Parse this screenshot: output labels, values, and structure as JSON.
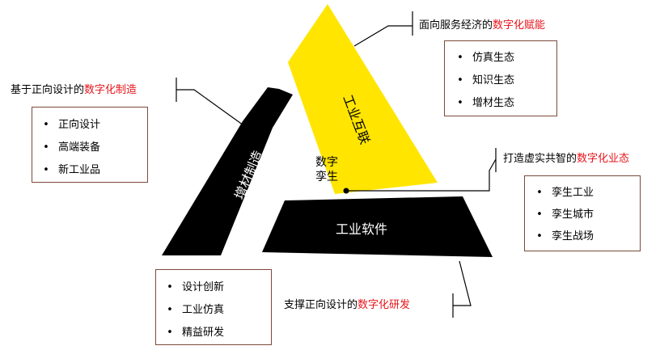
{
  "center_label": [
    "数字",
    "孪生"
  ],
  "segments": {
    "right_arm": {
      "label": "工业互联",
      "color": "#ffe500",
      "text_color": "#000000"
    },
    "left_arm": {
      "label": "增材制造",
      "color": "#000000",
      "text_color": "#ffffff"
    },
    "bottom_arm": {
      "label": "工业软件",
      "color": "#000000",
      "text_color": "#ffffff"
    }
  },
  "callouts": {
    "top": {
      "prefix": "面向服务经济的",
      "highlight": "数字化赋能",
      "items": [
        "仿真生态",
        "知识生态",
        "增材生态"
      ]
    },
    "left": {
      "prefix": "基于正向设计的",
      "highlight": "数字化制造",
      "items": [
        "正向设计",
        "高端装备",
        "新工业品"
      ]
    },
    "right": {
      "prefix": "打造虚实共智的",
      "highlight": "数字化业态",
      "items": [
        "孪生工业",
        "孪生城市",
        "孪生战场"
      ]
    },
    "bottom": {
      "prefix": "支撑正向设计的",
      "highlight": "数字化研发",
      "items": [
        "设计创新",
        "工业仿真",
        "精益研发"
      ]
    }
  },
  "colors": {
    "highlight": "#e8141b",
    "box_border": "#7a4a3a",
    "leader_line": "#000000"
  }
}
